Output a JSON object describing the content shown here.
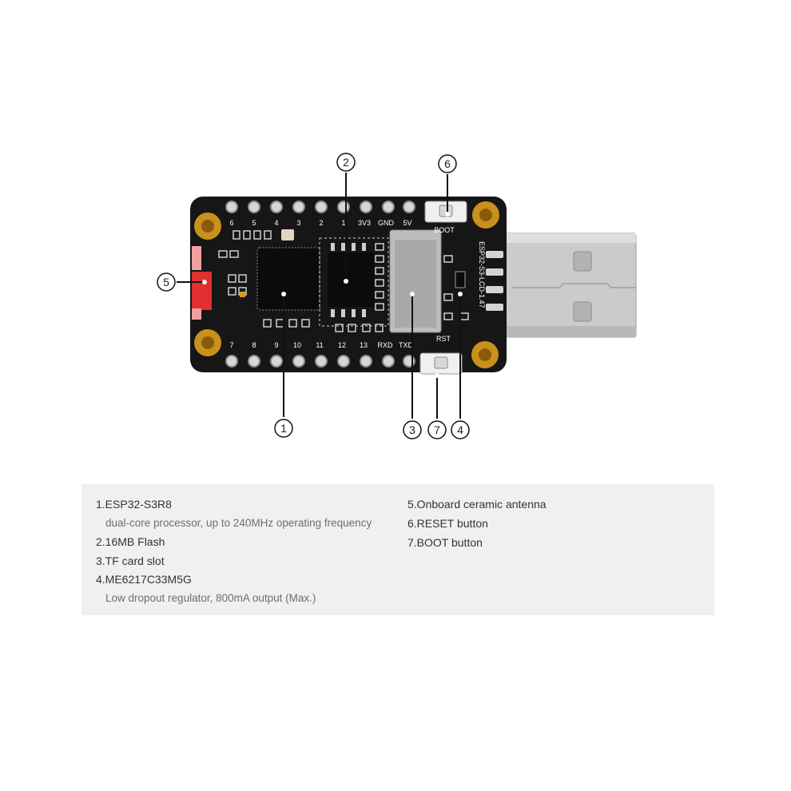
{
  "board": {
    "pin_labels_top": [
      "6",
      "5",
      "4",
      "3",
      "2",
      "1",
      "3V3",
      "GND",
      "5V"
    ],
    "pin_labels_bottom": [
      "7",
      "8",
      "9",
      "10",
      "11",
      "12",
      "13",
      "RXD",
      "TXD"
    ],
    "boot_label": "BOOT",
    "rst_label": "RST",
    "model_text": "ESP32-S3-LCD-1.47"
  },
  "callouts": [
    {
      "number": "1",
      "target": "ESP32-S3R8"
    },
    {
      "number": "2",
      "target": "16MB Flash"
    },
    {
      "number": "3",
      "target": "TF card slot"
    },
    {
      "number": "4",
      "target": "ME6217C33M5G"
    },
    {
      "number": "5",
      "target": "Onboard ceramic antenna"
    },
    {
      "number": "6",
      "target": "RESET button"
    },
    {
      "number": "7",
      "target": "BOOT button"
    }
  ],
  "legend": {
    "left": [
      {
        "title": "1.ESP32-S3R8",
        "desc": "dual-core processor, up to 240MHz operating frequency"
      },
      {
        "title": "2.16MB Flash",
        "desc": ""
      },
      {
        "title": "3.TF card slot",
        "desc": ""
      },
      {
        "title": "4.ME6217C33M5G",
        "desc": "Low dropout regulator, 800mA output (Max.)"
      }
    ],
    "right": [
      {
        "title": "5.Onboard ceramic antenna"
      },
      {
        "title": "6.RESET button"
      },
      {
        "title": "7.BOOT button"
      }
    ]
  },
  "colors": {
    "pcb": "#161616",
    "gold": "#c8901c",
    "antenna": "#e03030",
    "usb_metal": "#c9c9c9",
    "legend_bg": "#f0f0f0"
  }
}
